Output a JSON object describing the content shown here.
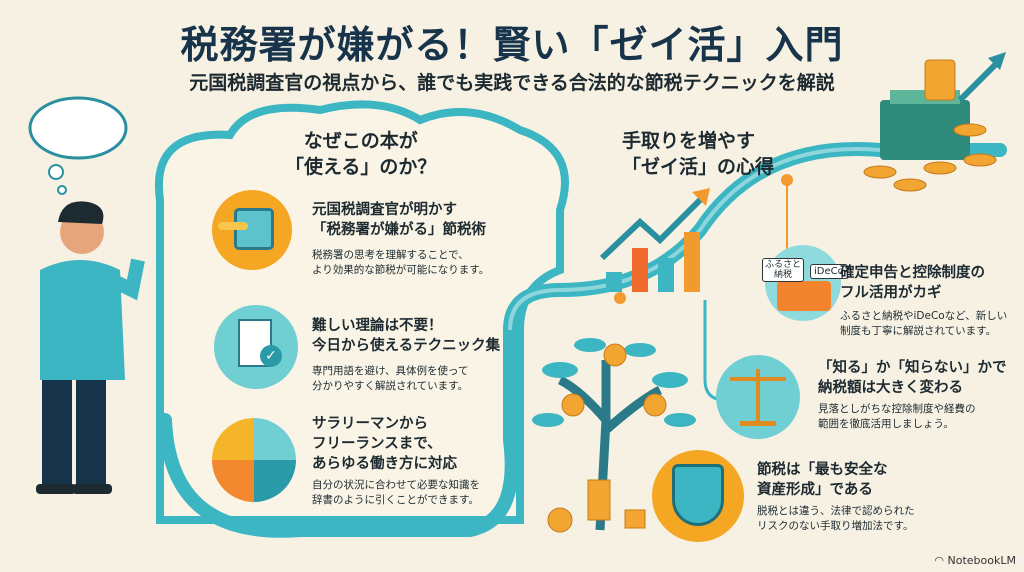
{
  "title": "税務署が嫌がる！賢い「ゼイ活」入門",
  "subtitle": "元国税調査官の視点から、誰でも実践できる合法的な節税テクニックを解説",
  "left_section": {
    "heading": [
      "なぜこの本が",
      "「使える」のか？"
    ],
    "items": [
      {
        "title": [
          "元国税調査官が明かす",
          "「税務署が嫌がる」節税術"
        ],
        "desc": [
          "税務署の思考を理解することで、",
          "より効果的な節税が可能になります。"
        ],
        "icon": "safe-key-icon"
      },
      {
        "title": [
          "難しい理論は不要！",
          "今日から使えるテクニック集"
        ],
        "desc": [
          "専門用語を避け、具体例を使って",
          "分かりやすく解説されています。"
        ],
        "icon": "document-check-icon"
      },
      {
        "title": [
          "サラリーマンから",
          "フリーランスまで、",
          "あらゆる働き方に対応"
        ],
        "desc": [
          "自分の状況に合わせて必要な知識を",
          "辞書のように引くことができます。"
        ],
        "icon": "puzzle-people-icon"
      }
    ]
  },
  "right_section": {
    "heading": [
      "手取りを増やす",
      "「ゼイ活」の心得"
    ],
    "items": [
      {
        "title": [
          "確定申告と控除制度の",
          "フル活用がカギ"
        ],
        "desc": [
          "ふるさと納税やiDeCoなど、新しい",
          "制度も丁寧に解説されています。"
        ],
        "icon": "toolbox-icon",
        "tags": [
          "ふるさと\n納税",
          "iDeCo"
        ]
      },
      {
        "title": [
          "「知る」か「知らない」かで",
          "納税額は大きく変わる"
        ],
        "desc": [
          "見落としがちな控除制度や経費の",
          "範囲を徹底活用しましょう。"
        ],
        "icon": "scale-icon"
      },
      {
        "title": [
          "節税は「最も安全な",
          "資産形成」である"
        ],
        "desc": [
          "脱税とは違う、法律で認められた",
          "リスクのない手取り増加法です。"
        ],
        "icon": "shield-coins-icon"
      }
    ]
  },
  "footer": {
    "brand": "NotebookLM"
  },
  "colors": {
    "teal": "#3cb6c3",
    "orange": "#f29a2e",
    "navy": "#17344a",
    "bg": "#f6f1e3"
  }
}
